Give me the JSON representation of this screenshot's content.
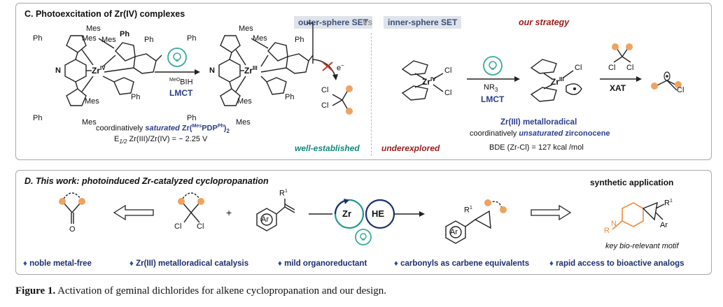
{
  "panel_c": {
    "title": "C. Photoexcitation of  Zr(IV) complexes",
    "outer_sphere": "outer-sphere SET",
    "vs": "vs",
    "inner_sphere": "inner-sphere SET",
    "our_strategy": "our strategy",
    "ph": "Ph",
    "mes": "Mes",
    "n": "N",
    "zr_iv": "Zr",
    "sup_iv": "IV",
    "sup_iii": "III",
    "reagent_meo": "MeO",
    "reagent_bih": "BIH",
    "lmct": "LMCT",
    "electron": "e",
    "cl": "Cl",
    "nr3": "NR",
    "nr3_sub": "3",
    "xat": "XAT",
    "saturated_prefix": "coordinatively ",
    "saturated_word": "saturated",
    "saturated_complex": " Zr(",
    "sup_mes": "Mes",
    "pdp": "PDP",
    "sup_ph": "Ph",
    "close_sub": ")",
    "sub_2": "2",
    "potential_prefix": "E",
    "potential_sub": "1/2",
    "potential_value": " Zr(III)/Zr(IV) =  − 2.25 V",
    "well_established": "well-established",
    "underexplored": "underexplored",
    "metalloradical": "Zr(III) metalloradical",
    "unsat_prefix": "coordinatively ",
    "unsat_word": "unsaturated",
    "unsat_suffix": " zirconocene",
    "bde": "BDE (Zr-Cl) = 127 kcal /mol"
  },
  "panel_d": {
    "title": "D. This work: photoinduced Zr-catalyzed cyclopropanation",
    "synthetic_application": "synthetic application",
    "plus": "+",
    "r1": "R",
    "r1_sup": "1",
    "ar": "Ar",
    "o": "O",
    "cl": "Cl",
    "zr": "Zr",
    "he": "HE",
    "r": "R",
    "n": "N",
    "key_motif": "key bio-relevant motif",
    "bullets": [
      "noble metal-free",
      "Zr(III) metalloradical catalysis",
      "mild organoreductant",
      "carbonyls as carbene equivalents",
      "rapid access to bioactive analogs"
    ],
    "bullet_mark": "♦"
  },
  "caption": {
    "label": "Figure 1.",
    "text": " Activation of geminal dichlorides for alkene cyclopropanation and our design."
  },
  "colors": {
    "orange": "#f0a35c",
    "blue_text": "#2b3e8c",
    "teal": "#0f8a7a",
    "dark_red": "#9b1b1b",
    "frame": "#a9a9a9",
    "tag_bg": "#dfe3ea",
    "piperidine": "#f08a3c",
    "lamp_teal": "#3aa99b"
  }
}
